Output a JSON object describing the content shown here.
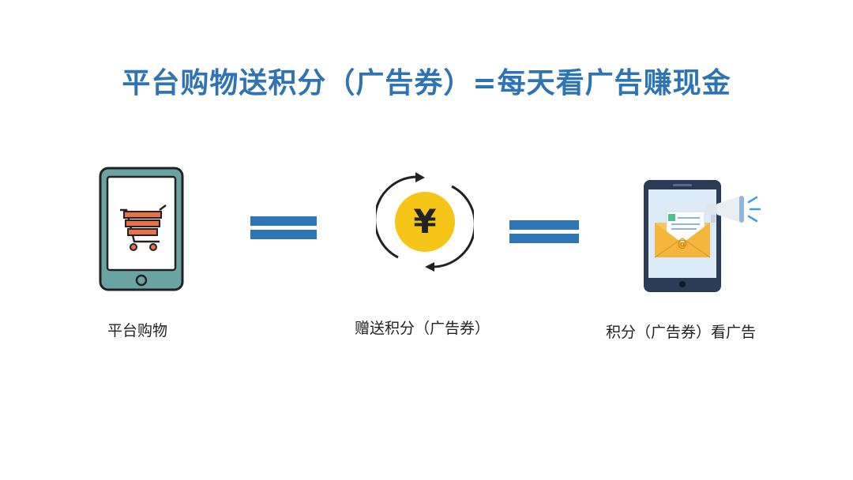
{
  "slide": {
    "title": "平台购物送积分（广告券）=每天看广告赚现金",
    "steps": [
      {
        "caption": "平台购物",
        "icon": "tablet-shopping-cart-icon"
      },
      {
        "caption": "赠送积分（广告券）",
        "icon": "yen-coin-cycle-icon"
      },
      {
        "caption": "积分（广告券）看广告",
        "icon": "phone-email-megaphone-icon"
      }
    ],
    "coin_symbol": "¥",
    "email_at_symbol": "@",
    "colors": {
      "title": "#2e74b5",
      "equals": "#2e75b6",
      "coin": "#f5c518",
      "cart": "#e8704a",
      "tablet_frame": "#6aa3a3",
      "phone_frame": "#2b3a55"
    }
  }
}
